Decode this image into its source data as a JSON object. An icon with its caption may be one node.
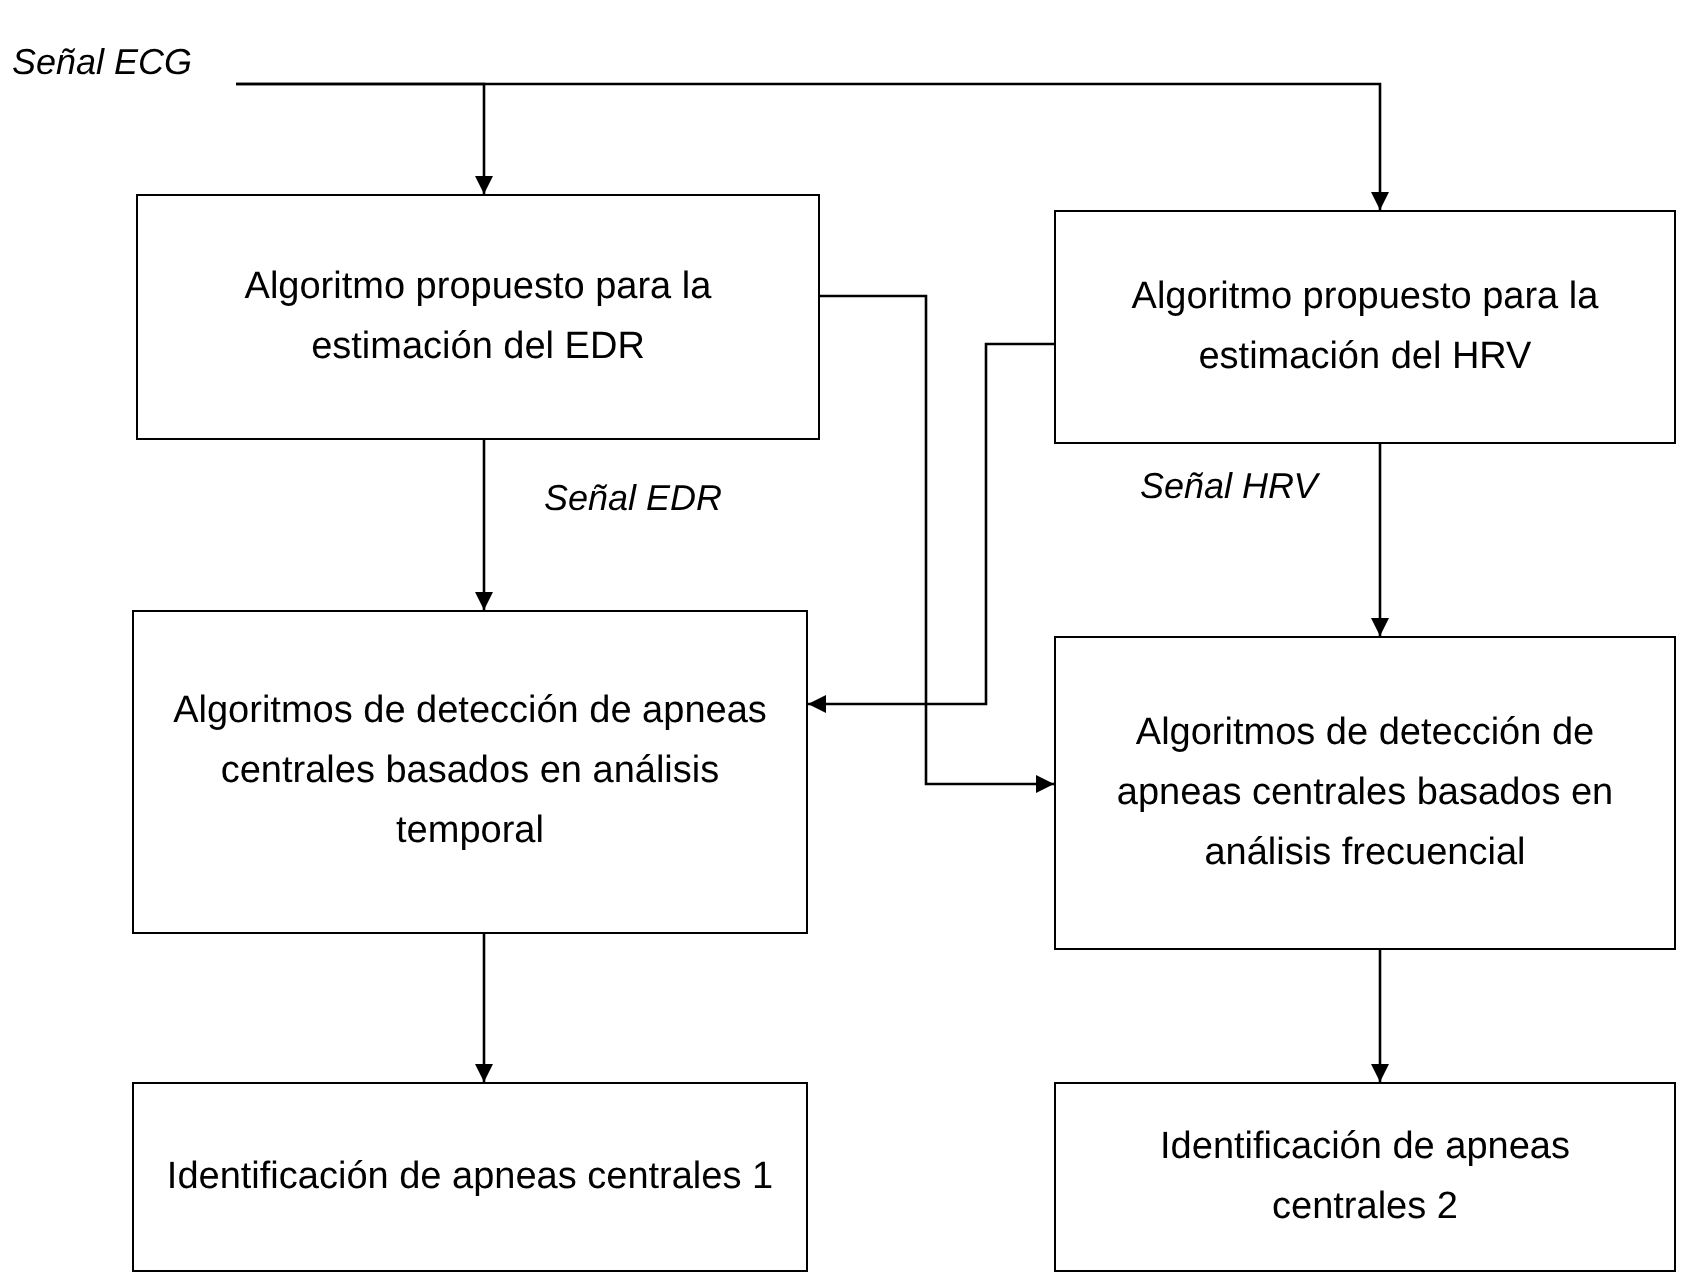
{
  "diagram": {
    "nodes": [
      {
        "text": [
          "Señal ECG"
        ]
      },
      {
        "text": [
          "Algoritmo propuesto para la estimación del EDR"
        ]
      },
      {
        "text": [
          "Algoritmo propuesto para la estimación del HRV"
        ]
      },
      {
        "text": [
          "Algoritmos de detección de apneas centrales basados en análisis temporal"
        ]
      },
      {
        "text": [
          "Algoritmos de detección de apneas centrales basados en análisis frecuencial"
        ]
      },
      {
        "text": [
          "Identificación de apneas centrales 1"
        ]
      },
      {
        "text": [
          "Identificación de apneas centrales 2"
        ]
      }
    ],
    "edges": [
      {
        "from": 0,
        "to": 1,
        "arrow": "to"
      },
      {
        "from": 0,
        "to": 2,
        "arrow": "to"
      },
      {
        "from": 1,
        "to": 3,
        "arrow": "to",
        "label": "Señal EDR"
      },
      {
        "from": 2,
        "to": 4,
        "arrow": "to",
        "label": "Señal HRV"
      },
      {
        "from": 1,
        "to": 4,
        "arrow": "to"
      },
      {
        "from": 2,
        "to": 3,
        "arrow": "to"
      },
      {
        "from": 3,
        "to": 5,
        "arrow": "to"
      },
      {
        "from": 4,
        "to": 6,
        "arrow": "to"
      }
    ]
  }
}
